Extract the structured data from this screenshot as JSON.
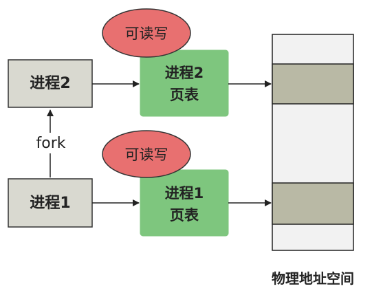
{
  "processes": [
    {
      "label": "进程2",
      "page_table": {
        "line1": "进程2",
        "line2": "页表"
      },
      "permission": "可读写"
    },
    {
      "label": "进程1",
      "page_table": {
        "line1": "进程1",
        "line2": "页表"
      },
      "permission": "可读写"
    }
  ],
  "fork_label": "fork",
  "memory": {
    "label": "物理地址空间"
  },
  "colors": {
    "process_box": "#d9d9d0",
    "page_table_box": "#7ec67e",
    "permission_ellipse": "#e87070",
    "memory_column": "#f2f2f2",
    "memory_block": "#b9b9a5",
    "line": "#222222"
  }
}
